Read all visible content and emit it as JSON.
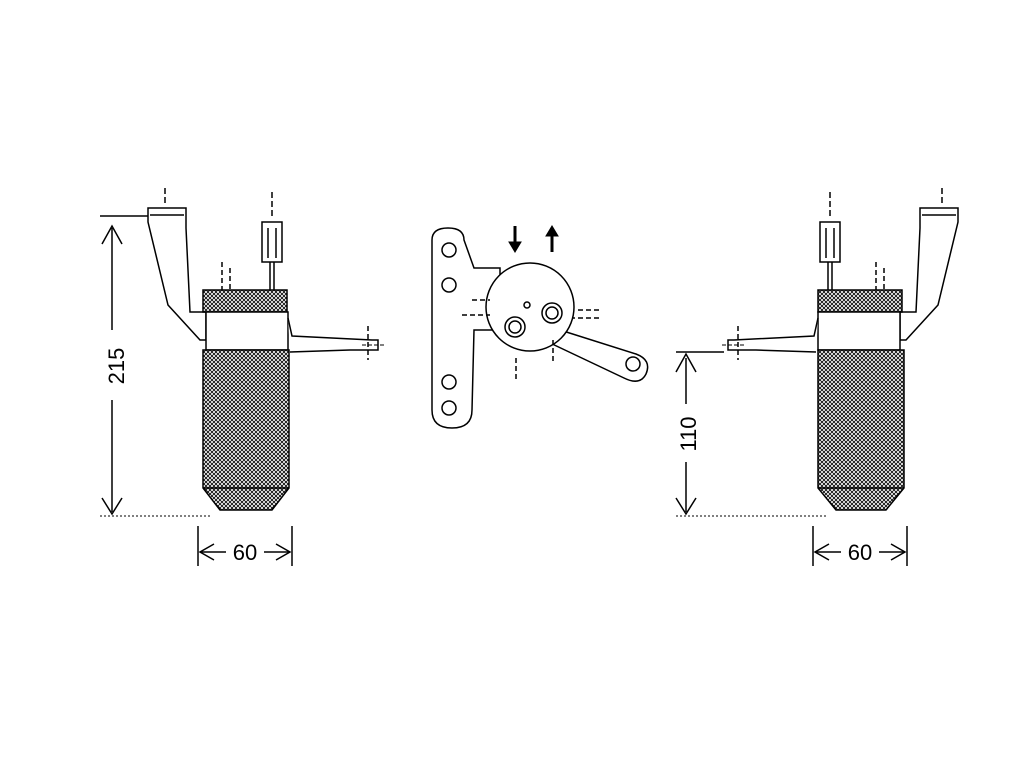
{
  "drawing": {
    "dimensions": {
      "left_height": "215",
      "left_width": "60",
      "right_height": "110",
      "right_width": "60"
    },
    "flow_arrows": [
      "in-arrow",
      "out-arrow"
    ],
    "colors": {
      "line": "#000000",
      "background": "#ffffff"
    }
  }
}
